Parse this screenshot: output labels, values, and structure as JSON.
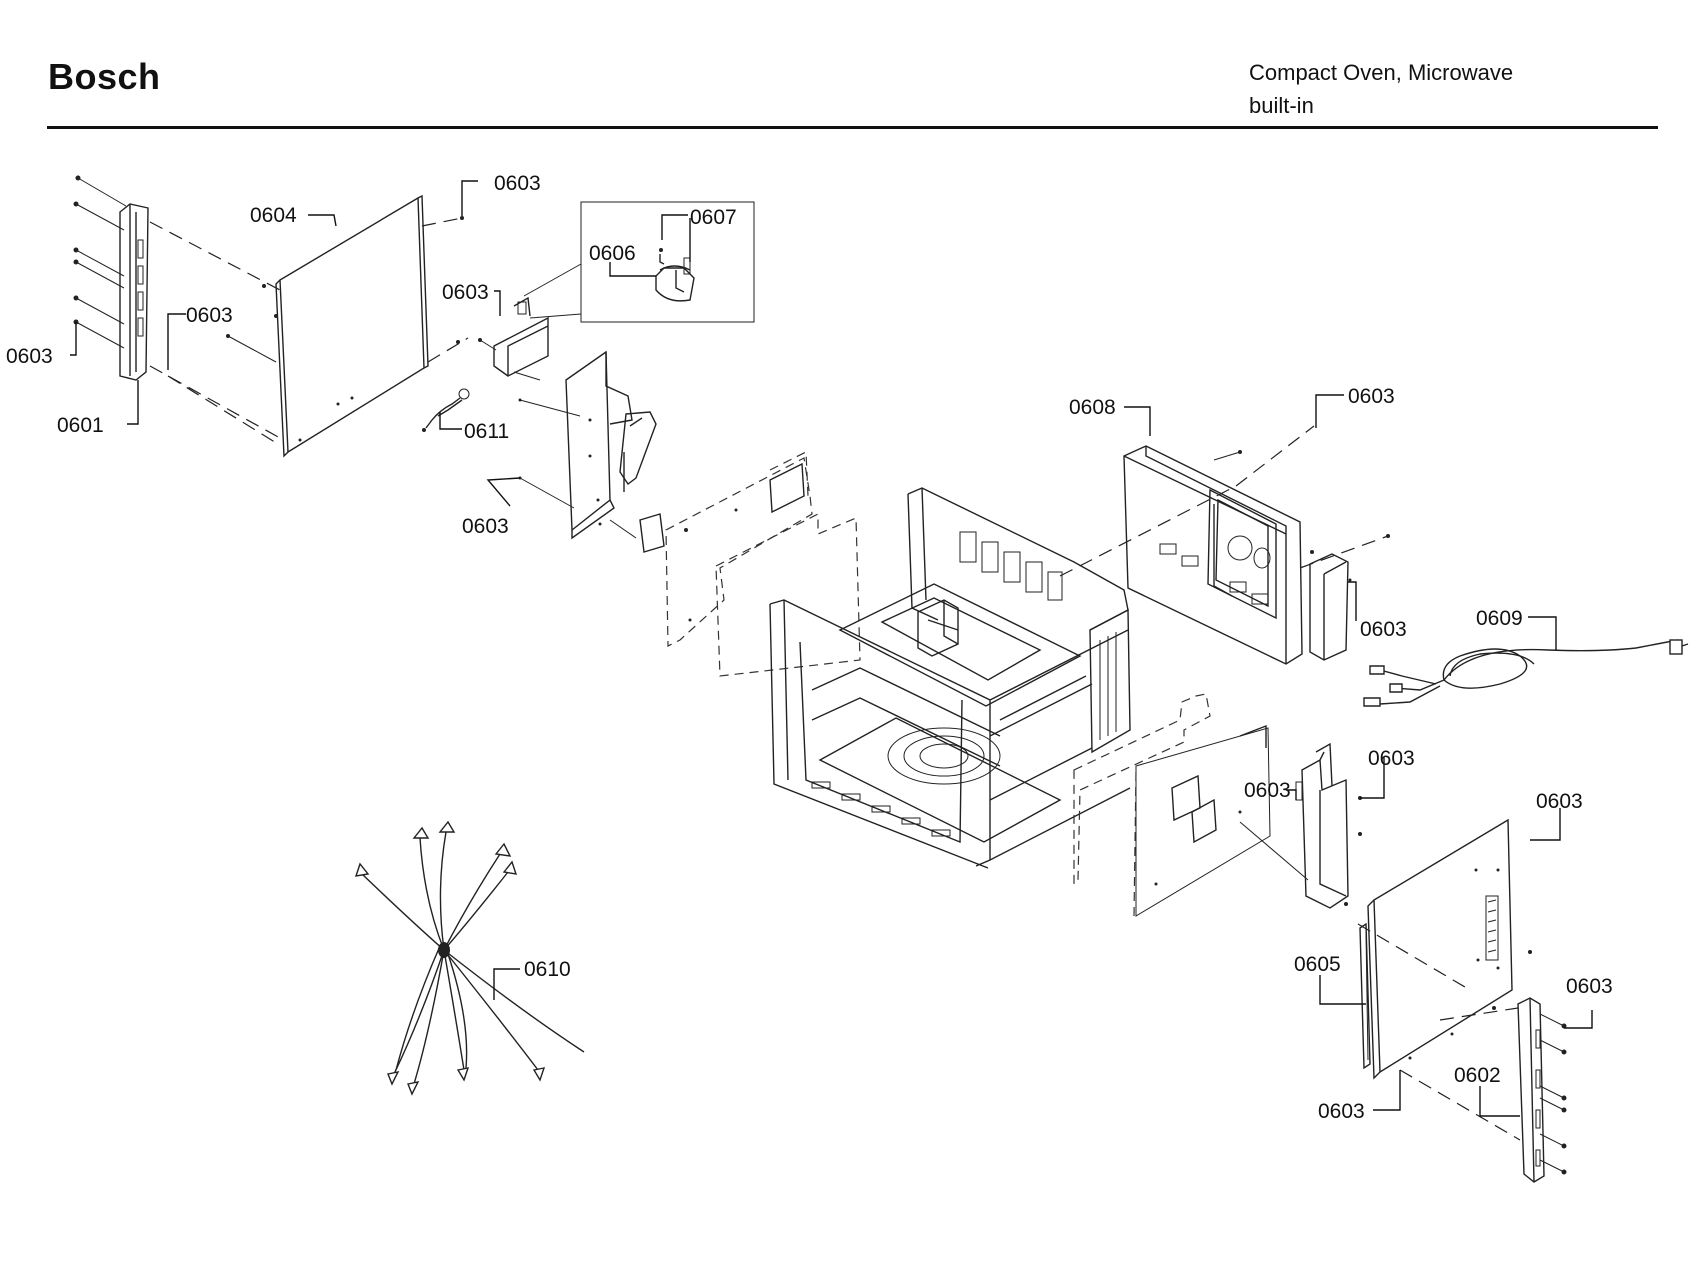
{
  "header": {
    "brand": "Bosch",
    "model_line1": "Compact Oven, Microwave",
    "model_line2": "built-in"
  },
  "callouts": {
    "c0601": "0601",
    "c0602": "0602",
    "c0603": "0603",
    "c0604": "0604",
    "c0605": "0605",
    "c0606": "0606",
    "c0607": "0607",
    "c0608": "0608",
    "c0609": "0609",
    "c0610": "0610",
    "c0611": "0611"
  }
}
